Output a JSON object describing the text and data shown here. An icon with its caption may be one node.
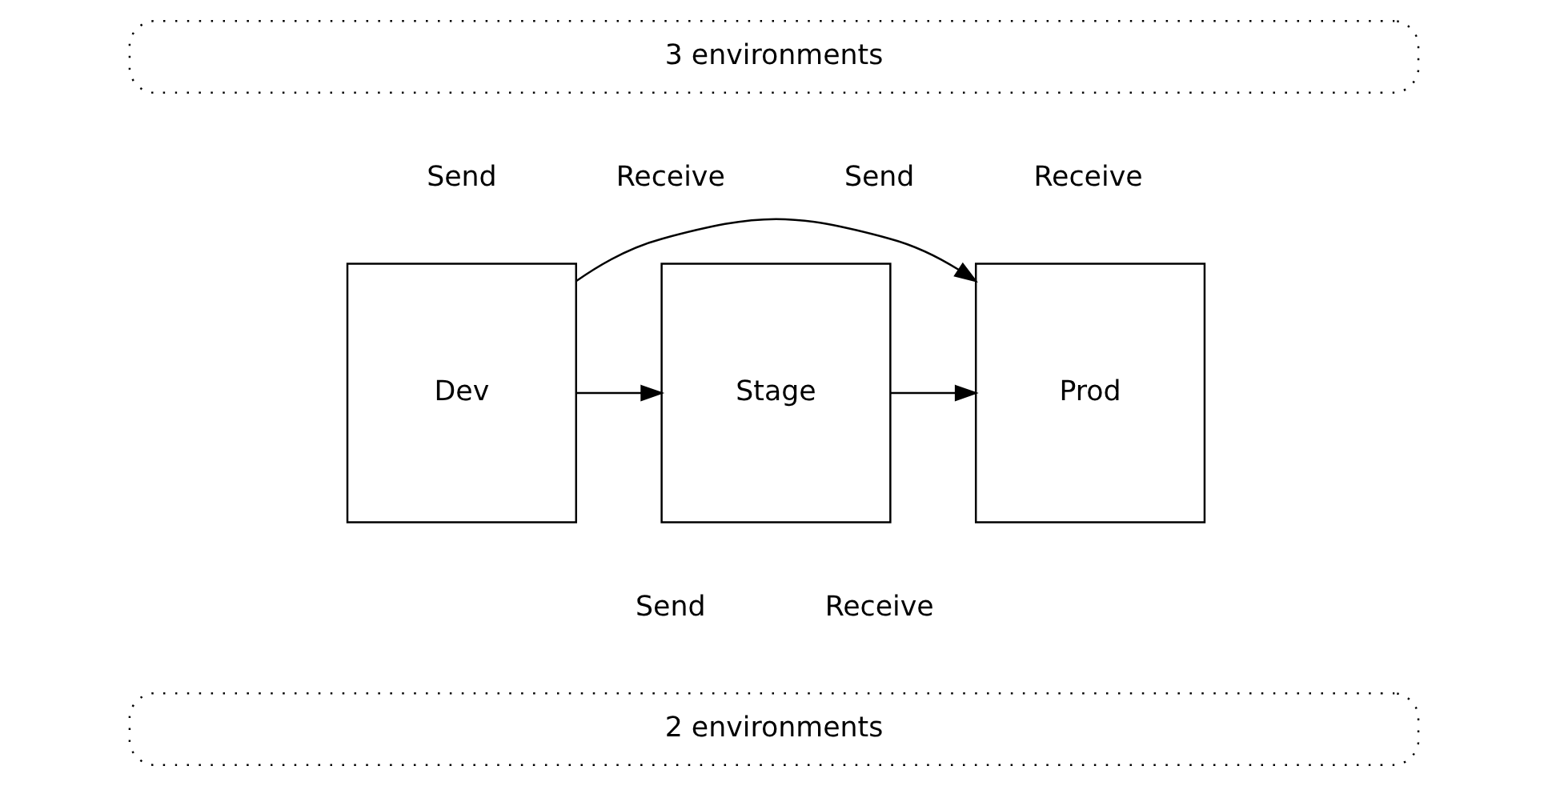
{
  "diagram": {
    "nodes": [
      {
        "text": [
          "3 environments"
        ]
      },
      {
        "text": [
          "Dev"
        ]
      },
      {
        "text": [
          "Stage"
        ]
      },
      {
        "text": [
          "Prod"
        ]
      },
      {
        "text": [
          "2 environments"
        ]
      }
    ],
    "edges": [
      {
        "from": 1,
        "to": 2,
        "arrow": "to"
      },
      {
        "from": 2,
        "to": 3,
        "arrow": "to"
      },
      {
        "from": 1,
        "to": 3,
        "arrow": "to"
      }
    ],
    "labels": [
      "Send",
      "Receive",
      "Send",
      "Receive",
      "Send",
      "Receive"
    ]
  }
}
